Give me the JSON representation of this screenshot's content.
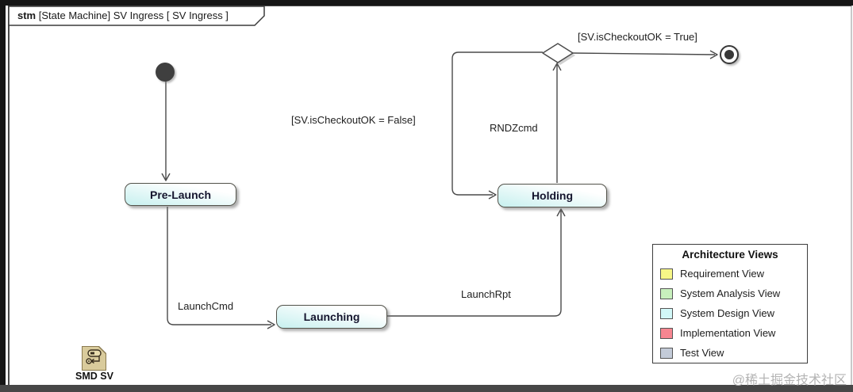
{
  "frame": {
    "keyword": "stm",
    "title": "[State Machine] SV Ingress [ SV Ingress ]"
  },
  "states": {
    "pre_launch": "Pre-Launch",
    "launching": "Launching",
    "holding": "Holding"
  },
  "transitions": {
    "launch_cmd": "LaunchCmd",
    "launch_rpt": "LaunchRpt",
    "rndz_cmd": "RNDZcmd",
    "guard_false": "[SV.isCheckoutOK = False]",
    "guard_true": "[SV.isCheckoutOK = True]"
  },
  "legend": {
    "title": "Architecture Views",
    "items": [
      {
        "label": "Requirement View",
        "color": "#f7f787"
      },
      {
        "label": "System Analysis View",
        "color": "#c8f0bd"
      },
      {
        "label": "System Design View",
        "color": "#d2f8f8"
      },
      {
        "label": "Implementation View",
        "color": "#f78691"
      },
      {
        "label": "Test View",
        "color": "#c3cbd8"
      }
    ]
  },
  "footer_icon": {
    "icon": "state-machine-diagram-icon",
    "label": "SMD SV"
  },
  "watermark": "@稀土掘金技术社区",
  "colors": {
    "state_fill": "#c7f0ef",
    "edge": "#4a4a4a",
    "frame_border": "#3c3c3c"
  }
}
